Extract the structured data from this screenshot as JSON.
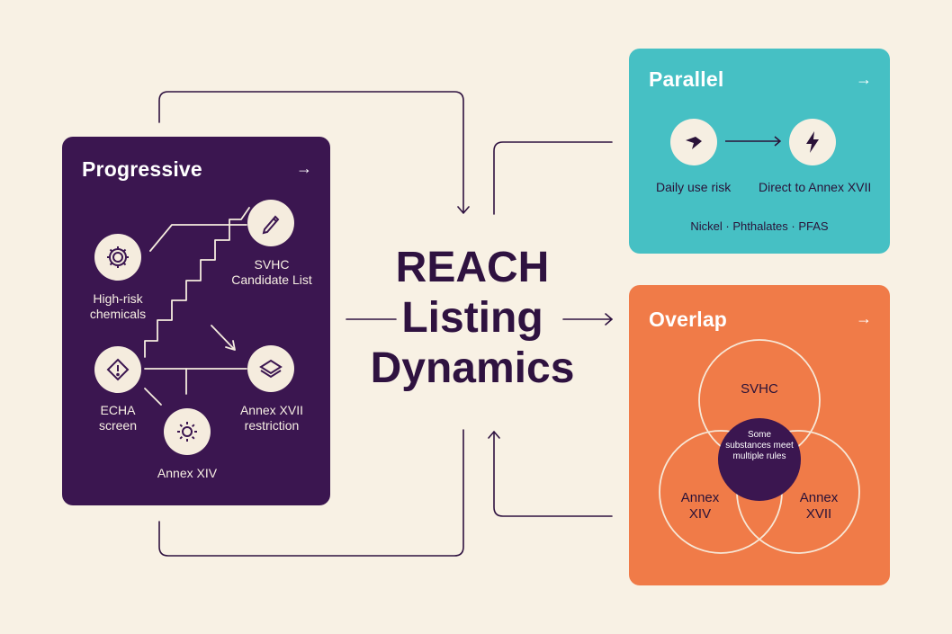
{
  "title": "REACH\nListing\nDynamics",
  "cards": {
    "progressive": {
      "title": "Progressive",
      "nodes": {
        "high_risk": "High-risk\nchemicals",
        "svhc_list": "SVHC\nCandidate List",
        "echa": "ECHA\nscreen",
        "annex_xvii": "Annex XVII\nrestriction",
        "annex_xiv": "Annex XIV"
      }
    },
    "parallel": {
      "title": "Parallel",
      "left_label": "Daily use risk",
      "right_label": "Direct to Annex XVII",
      "footer": "Nickel · Phthalates · PFAS"
    },
    "overlap": {
      "title": "Overlap",
      "top": "SVHC",
      "left": "Annex\nXIV",
      "right": "Annex\nXVII",
      "center": "Some\nsubstances meet\nmultiple rules"
    }
  },
  "colors": {
    "background": "#f8f1e4",
    "progressive": "#3b1650",
    "parallel": "#46c0c4",
    "overlap": "#f07b48",
    "title_text": "#2f1240"
  },
  "icons": [
    "gear-icon",
    "pen-icon",
    "diamond-icon",
    "layers-icon",
    "sun-icon",
    "arrow-right-icon",
    "lightning-icon"
  ]
}
